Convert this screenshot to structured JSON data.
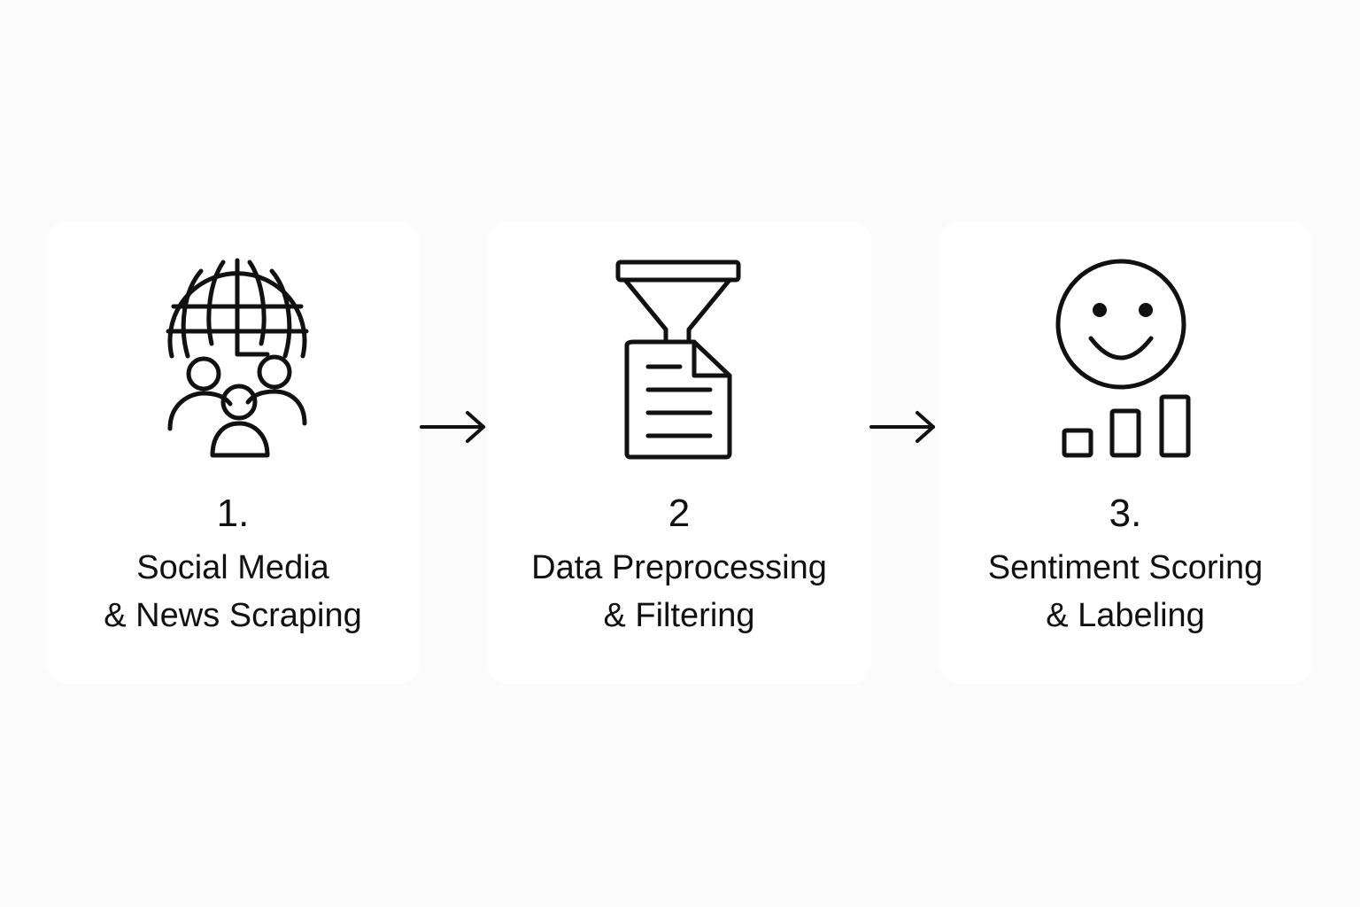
{
  "steps": [
    {
      "number": "1.",
      "line1": "Social Media",
      "line2": "& News Scraping",
      "icon": "globe-people-icon"
    },
    {
      "number": "2",
      "line1": "Data Preprocessing",
      "line2": "& Filtering",
      "icon": "funnel-document-icon"
    },
    {
      "number": "3.",
      "line1": "Sentiment Scoring",
      "line2": "& Labeling",
      "icon": "smiley-bar-chart-icon"
    }
  ],
  "connectors": [
    {
      "icon": "arrow-right-icon"
    },
    {
      "icon": "arrow-right-icon"
    }
  ],
  "colors": {
    "background": "#fbfbfb",
    "card": "#ffffff",
    "ink": "#111111"
  }
}
